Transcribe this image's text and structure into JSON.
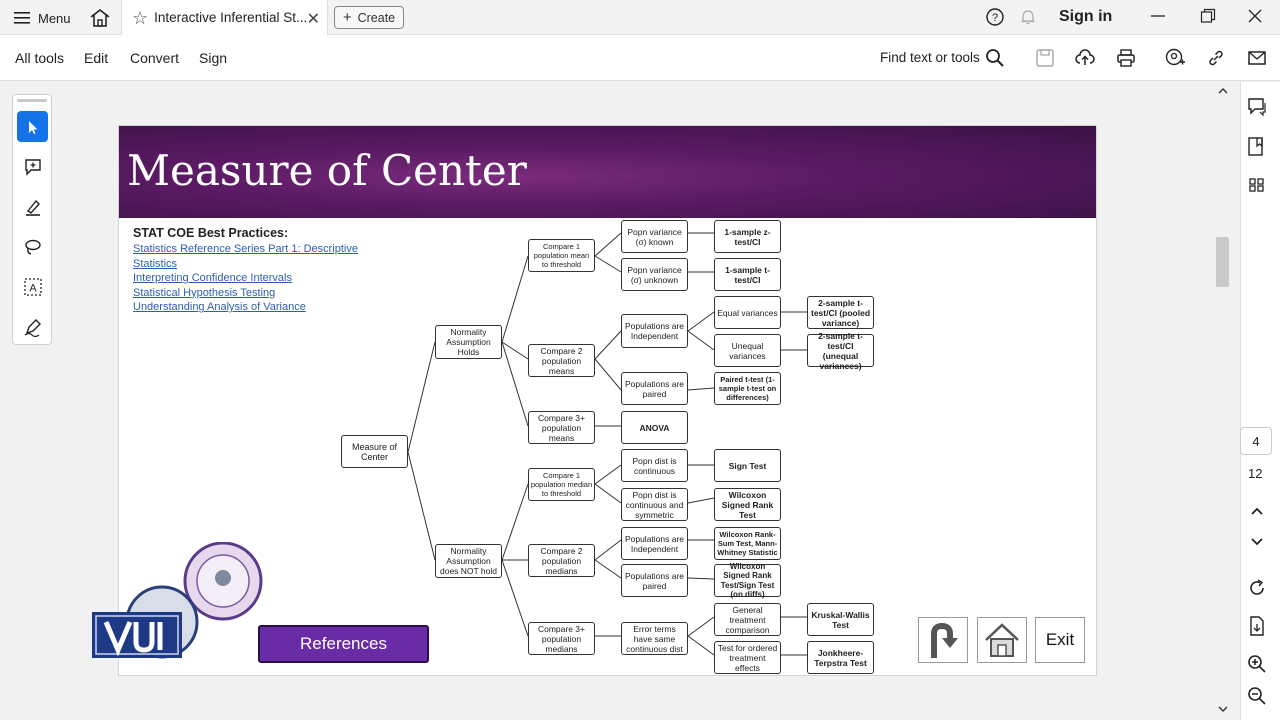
{
  "topbar": {
    "menu_label": "Menu",
    "tab_title": "Interactive Inferential St...",
    "create_label": "Create",
    "signin_label": "Sign in"
  },
  "toolbar": {
    "all_tools": "All tools",
    "edit": "Edit",
    "convert": "Convert",
    "sign": "Sign",
    "find": "Find text or tools"
  },
  "slide": {
    "title": "Measure of Center",
    "best_practices_title": "STAT COE Best Practices:",
    "links": [
      "Statistics Reference Series Part 1: Descriptive",
      "Statistics",
      "Interpreting Confidence Intervals",
      "Statistical Hypothesis Testing",
      "Understanding Analysis of Variance"
    ],
    "references_label": "References",
    "exit_label": "Exit"
  },
  "flowchart": {
    "root": "Measure of Center",
    "normal": "Normality Assumption Holds",
    "not_normal": "Normality Assumption does NOT hold",
    "compare1_mean": "Compare 1 population mean to threshold",
    "compare2_means": "Compare 2 population means",
    "compare3_means": "Compare 3+ population means",
    "compare1_median": "Compare 1 population median to threshold",
    "compare2_medians": "Compare 2 population medians",
    "compare3_medians": "Compare 3+ population medians",
    "var_known": "Popn variance (σ) known",
    "var_unknown": "Popn variance (σ) unknown",
    "pop_indep": "Populations are Independent",
    "pop_paired": "Populations are paired",
    "anova": "ANOVA",
    "dist_cont": "Popn dist is continuous",
    "dist_cont_sym": "Popn dist is continuous and symmetric",
    "pop_indep2": "Populations are Independent",
    "pop_paired2": "Populations are paired",
    "error_terms": "Error terms have same continuous dist",
    "z_test": "1-sample z-test/CI",
    "t_test": "1-sample t-test/CI",
    "equal_var": "Equal variances",
    "unequal_var": "Unequal variances",
    "paired_t": "Paired t-test (1-sample t-test on differences)",
    "pooled": "2-sample t-test/CI (pooled variance)",
    "unequal_t": "2-sample t-test/CI (unequal variances)",
    "sign_test": "Sign Test",
    "wilcoxon_sr": "Wilcoxon Signed Rank Test",
    "wilcoxon_rs": "Wilcoxon Rank-Sum Test, Mann-Whitney Statistic",
    "wilcoxon_sign": "Wilcoxon Signed Rank Test/Sign Test (on diffs)",
    "general_treat": "General treatment comparison",
    "ordered_treat": "Test for ordered treatment effects",
    "kruskal": "Kruskal-Wallis Test",
    "jonck": "Jonkheere-Terpstra Test"
  },
  "pager": {
    "current": "4",
    "total": "12"
  }
}
